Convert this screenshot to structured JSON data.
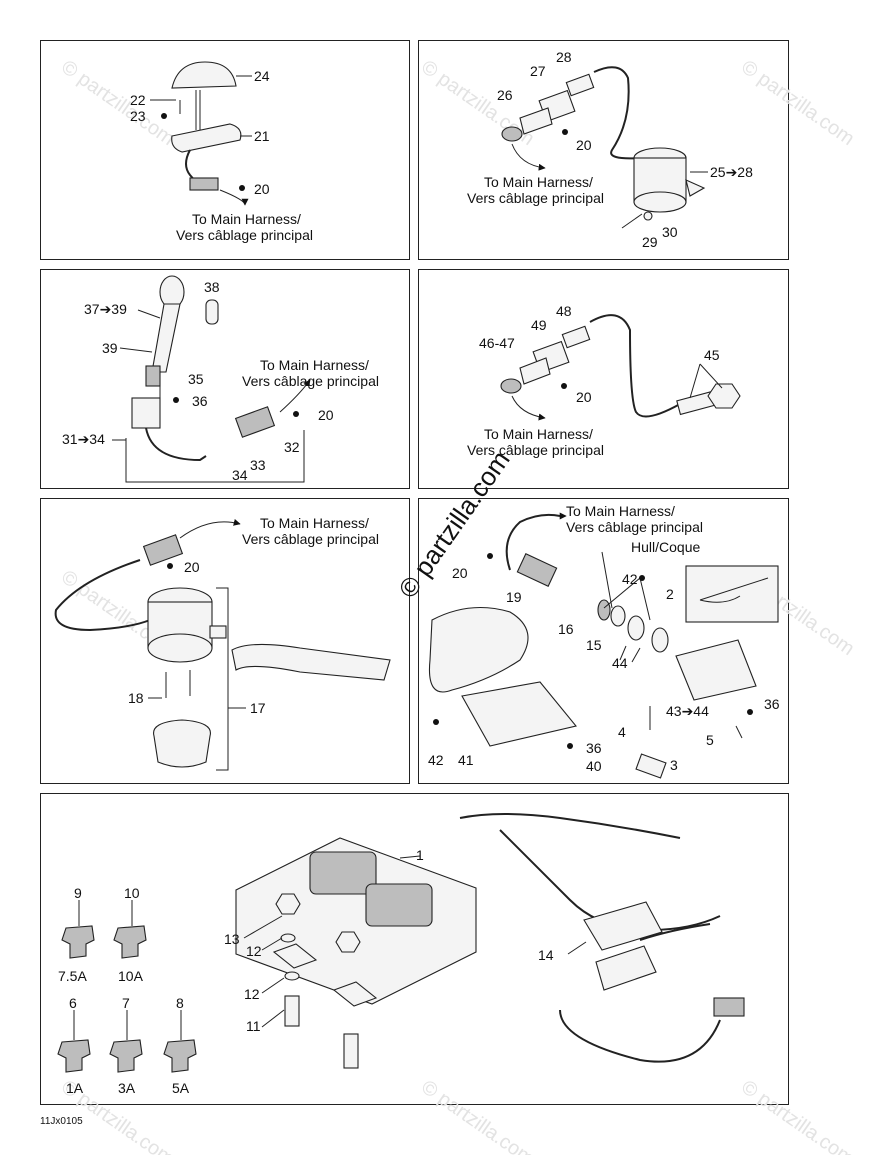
{
  "watermark": "© partzilla.com",
  "diagram_code": "11Jx0105",
  "notes": {
    "harness_en": "To Main Harness/",
    "harness_fr": "Vers câblage principal",
    "hull": "Hull/Coque"
  },
  "callouts": {
    "p1_24": "24",
    "p1_22": "22",
    "p1_23": "23",
    "p1_21": "21",
    "p1_20": "20",
    "p2_28": "28",
    "p2_27": "27",
    "p2_26": "26",
    "p2_20": "20",
    "p2_25": "25➔28",
    "p2_29": "29",
    "p2_30": "30",
    "p3_38": "38",
    "p3_37": "37➔39",
    "p3_39": "39",
    "p3_35": "35",
    "p3_36": "36",
    "p3_20": "20",
    "p3_31": "31➔34",
    "p3_32": "32",
    "p3_33": "33",
    "p3_34": "34",
    "p4_48": "48",
    "p4_49": "49",
    "p4_4647": "46-47",
    "p4_45": "45",
    "p4_20": "20",
    "p5_20": "20",
    "p5_18": "18",
    "p5_17": "17",
    "p6_20": "20",
    "p6_42a": "42",
    "p6_2": "2",
    "p6_19": "19",
    "p6_16": "16",
    "p6_15": "15",
    "p6_44": "44",
    "p6_43": "43➔44",
    "p6_36a": "36",
    "p6_4": "4",
    "p6_5": "5",
    "p6_42b": "42",
    "p6_41": "41",
    "p6_36b": "36",
    "p6_40": "40",
    "p6_3": "3",
    "p7_1": "1",
    "p7_13": "13",
    "p7_12a": "12",
    "p7_12b": "12",
    "p7_11": "11",
    "p7_14": "14",
    "p7_9": "9",
    "p7_10": "10",
    "p7_6": "6",
    "p7_7": "7",
    "p7_8": "8"
  },
  "fuses": {
    "f9": "7.5A",
    "f10": "10A",
    "f6": "1A",
    "f7": "3A",
    "f8": "5A"
  }
}
